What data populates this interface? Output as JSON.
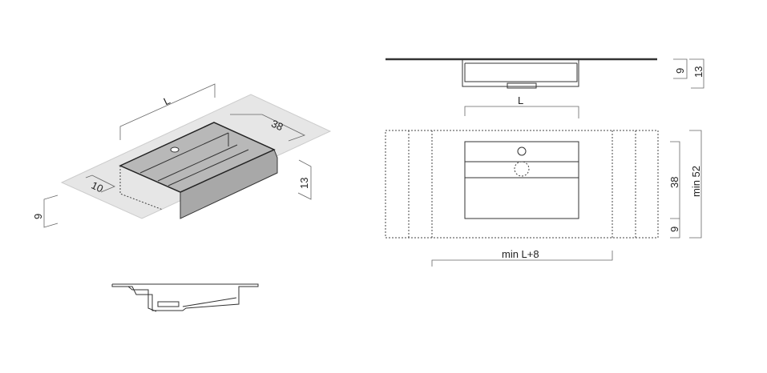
{
  "iso_view": {
    "label_length": "L",
    "label_depth": "38",
    "label_offset": "10",
    "label_height": "13",
    "label_top_thickness": "9"
  },
  "elevation_view": {
    "label_length": "L",
    "label_depth_9": "9",
    "label_depth_13": "13"
  },
  "plan_view": {
    "label_min_width": "min L+8",
    "label_basin_depth": "38",
    "label_front": "9",
    "label_min_depth": "min 52"
  },
  "colors": {
    "countertop": "#e6e6e6",
    "basin": "#b8b8b8",
    "basin_side": "#a8a8a8",
    "line": "#333333"
  }
}
